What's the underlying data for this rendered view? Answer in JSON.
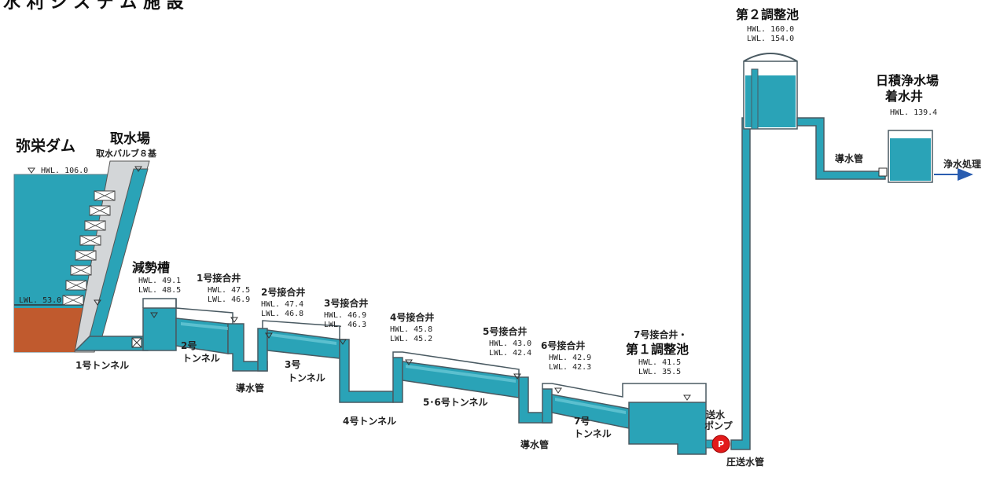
{
  "colors": {
    "water": "#2aa3b7",
    "wall": "#cfd3d6",
    "rock": "#c05a2e",
    "pump": "#e31b1b",
    "arrow": "#2a5db0"
  },
  "top_partial_title": "水 利 シ ス テ ム 施 設",
  "dam": {
    "name": "弥栄ダム",
    "hwl": "HWL. 106.0",
    "lwl": "LWL. 53.0"
  },
  "intake": {
    "name": "取水場",
    "valves": "取水バルブ８基"
  },
  "energy_tank": {
    "name": "減勢槽",
    "hwl": "HWL. 49.1",
    "lwl": "LWL. 48.5"
  },
  "junctions": [
    {
      "name": "1号接合井",
      "hwl": "HWL. 47.5",
      "lwl": "LWL. 46.9"
    },
    {
      "name": "2号接合井",
      "hwl": "HWL. 47.4",
      "lwl": "LWL. 46.8"
    },
    {
      "name": "3号接合井",
      "hwl": "HWL. 46.9",
      "lwl": "LWL. 46.3"
    },
    {
      "name": "4号接合井",
      "hwl": "HWL. 45.8",
      "lwl": "LWL. 45.2"
    },
    {
      "name": "5号接合井",
      "hwl": "HWL. 43.0",
      "lwl": "LWL. 42.4"
    },
    {
      "name": "6号接合井",
      "hwl": "HWL. 42.9",
      "lwl": "LWL. 42.3"
    }
  ],
  "reservoir1": {
    "name_line1": "7号接合井・",
    "name_line2": "第１調整池",
    "hwl": "HWL. 41.5",
    "lwl": "LWL. 35.5"
  },
  "reservoir2": {
    "name": "第２調整池",
    "hwl": "HWL. 160.0",
    "lwl": "LWL. 154.0"
  },
  "plant": {
    "name_line1": "日積浄水場",
    "name_line2": "着水井",
    "hwl": "HWL. 139.4"
  },
  "tunnels": {
    "t1": "1号トンネル",
    "t2a": "2号",
    "t2b": "トンネル",
    "t3a": "3号",
    "t3b": "トンネル",
    "t4": "4号トンネル",
    "t56": "5･6号トンネル",
    "t7a": "7号",
    "t7b": "トンネル"
  },
  "pipes": {
    "conduit": "導水管",
    "pressure": "圧送水管"
  },
  "pump": {
    "label_line1": "送水",
    "label_line2": "ポンプ",
    "symbol": "P"
  },
  "output": "浄水処理"
}
